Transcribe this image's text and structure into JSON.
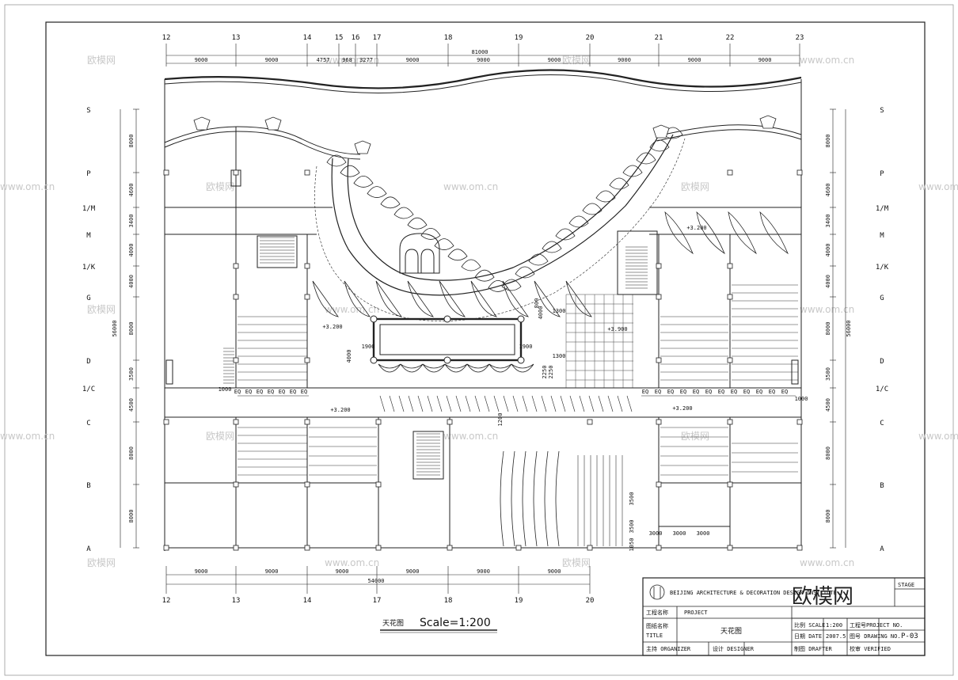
{
  "drawing": {
    "top_overall_dim": "81000",
    "bottom_overall_dim": "54000",
    "left_overall_dim": "56000",
    "right_overall_dim": "56000",
    "top_axes": [
      "12",
      "13",
      "14",
      "15",
      "16",
      "17",
      "18",
      "19",
      "20",
      "21",
      "22",
      "23"
    ],
    "top_dims": [
      "9000",
      "9000",
      "4757",
      "968",
      "3277",
      "9000",
      "9000",
      "9000",
      "9000",
      "9000",
      "9000"
    ],
    "bottom_axes": [
      "12",
      "13",
      "14",
      "17",
      "18",
      "19",
      "20"
    ],
    "bottom_dims": [
      "9000",
      "9000",
      "9000",
      "9000",
      "9000",
      "9000"
    ],
    "row_axes": [
      "S",
      "P",
      "1/M",
      "M",
      "1/K",
      "G",
      "D",
      "1/C",
      "C",
      "B",
      "A"
    ],
    "left_dims": [
      "8000",
      "4600",
      "3400",
      "4000",
      "4000",
      "8000",
      "3500",
      "4500",
      "8000",
      "8000"
    ],
    "right_dims": [
      "8000",
      "4600",
      "3400",
      "4000",
      "4000",
      "8000",
      "3500",
      "4500",
      "8000",
      "8000"
    ],
    "elev_labels": [
      "+3.200",
      "+3.200",
      "+3.200",
      "+3.200",
      "+3.900"
    ],
    "eq_label": "EQ",
    "misc_dims": [
      "1900",
      "1900",
      "4000",
      "4000",
      "1300",
      "1300",
      "2250",
      "2250",
      "800",
      "1000",
      "1000",
      "1200",
      "3500",
      "3500",
      "3000",
      "3000",
      "3000",
      "1050"
    ],
    "bottom_caption": "天花图",
    "scale_label": "Scale=1:200"
  },
  "title_block": {
    "company": "BEIJING ARCHITECTURE & DECORATION DESIGN INSTITUTE",
    "project_label_cn": "工程名称",
    "project_label_en": "PROJECT",
    "title_label_cn": "图纸名称",
    "title_label_en": "TITLE",
    "title_value": "天花图",
    "scale_label": "比例 SCALE",
    "scale_value": "1:200",
    "project_no_label": "工程号PROJECT NO.",
    "date_label": "日期 DATE",
    "date_value": "2007.5",
    "drawing_no_label": "图号 DRAWING NO.",
    "drawing_no_value": "P-03",
    "organizer_label": "主持 ORGANIZER",
    "designer_label": "设计 DESIGNER",
    "drafter_label": "制图 DRAFTER",
    "checker_label": "校审 VERIFIED",
    "stage_label": "STAGE"
  },
  "watermark": {
    "site": "www.om.cn",
    "brand": "欧模网"
  }
}
